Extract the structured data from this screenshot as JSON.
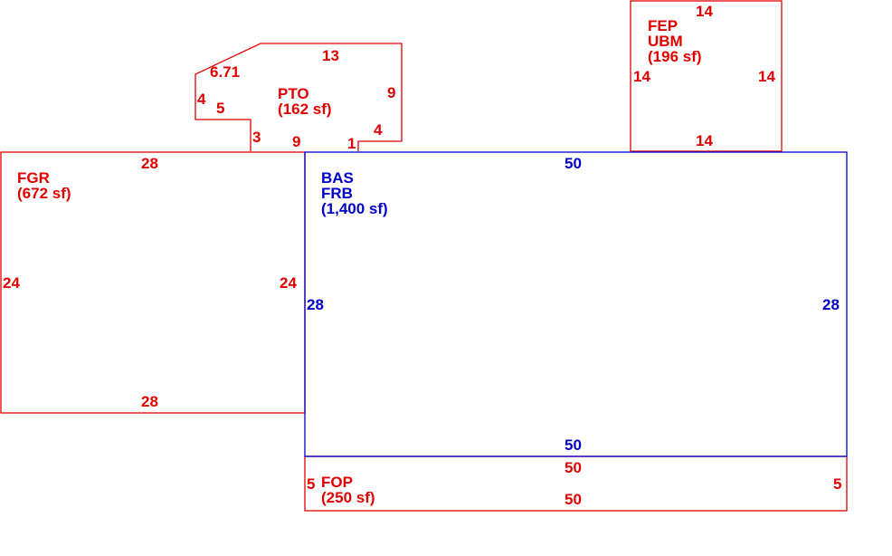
{
  "colors": {
    "red": "#e00000",
    "blue": "#0000c8"
  },
  "areas": {
    "pto": {
      "code": "PTO",
      "area": "(162 sf)",
      "dims": {
        "top": "13",
        "diag": "6.71",
        "left_upper": "4",
        "notch_h": "5",
        "right": "9",
        "step_v": "3",
        "bottom": "9",
        "notch_right": "4",
        "tick": "1"
      }
    },
    "fep": {
      "codes": [
        "FEP",
        "UBM"
      ],
      "area": "(196 sf)",
      "dims": {
        "top": "14",
        "left": "14",
        "right": "14",
        "bottom": "14"
      }
    },
    "fgr": {
      "code": "FGR",
      "area": "(672 sf)",
      "dims": {
        "top": "28",
        "left": "24",
        "right": "24",
        "bottom": "28"
      }
    },
    "bas": {
      "codes": [
        "BAS",
        "FRB"
      ],
      "area": "(1,400 sf)",
      "dims": {
        "top": "50",
        "left": "28",
        "right": "28",
        "bottom": "50"
      }
    },
    "fop": {
      "code": "FOP",
      "area": "(250 sf)",
      "dims": {
        "top": "50",
        "left": "5",
        "right": "5",
        "bottom": "50"
      }
    }
  }
}
